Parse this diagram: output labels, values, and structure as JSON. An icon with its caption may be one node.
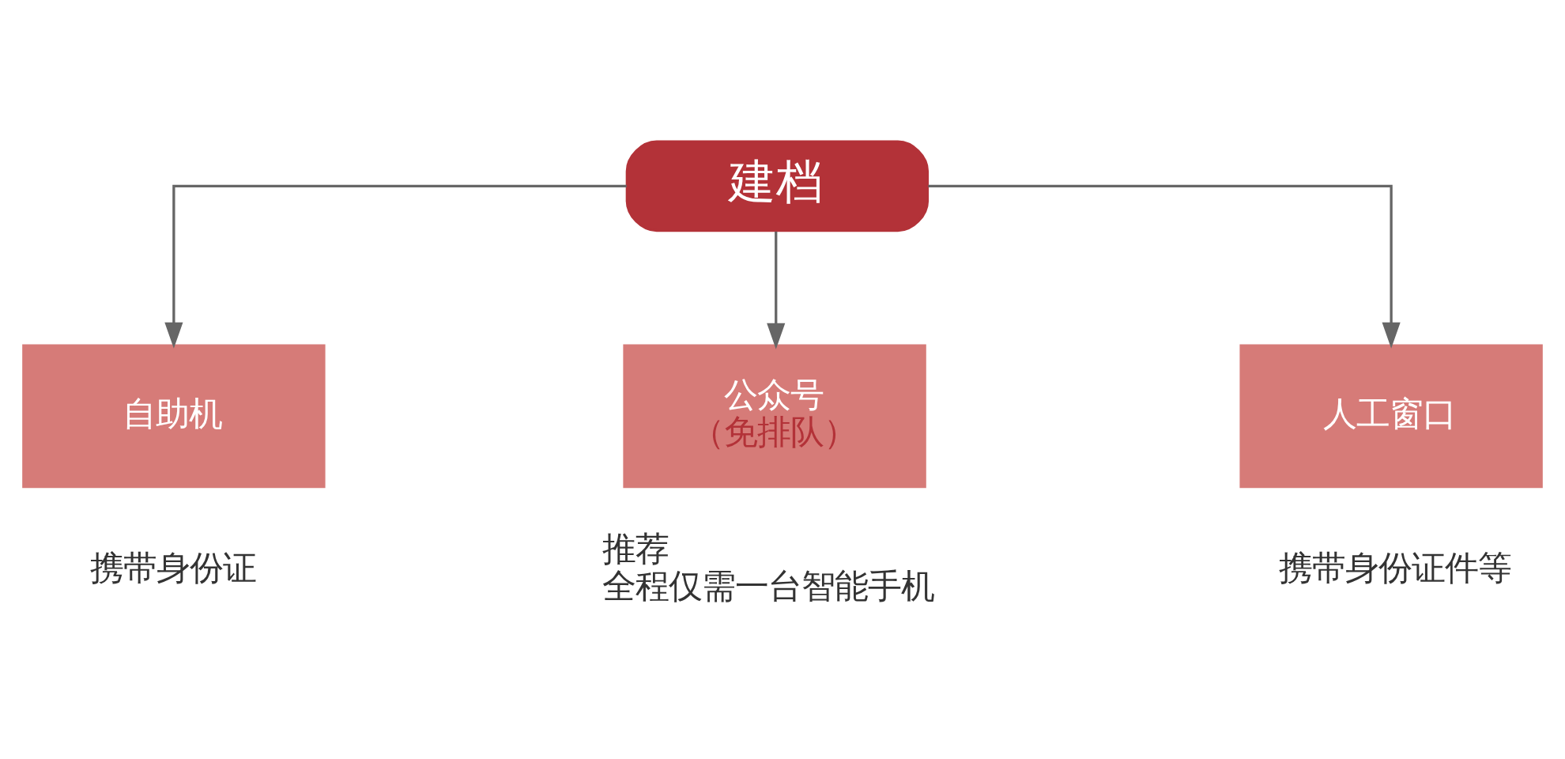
{
  "diagram": {
    "nodes": [
      {
        "text": [
          "建档"
        ]
      },
      {
        "text": [
          "自助机"
        ],
        "beside": [
          "携带身份证"
        ]
      },
      {
        "text": [
          "公众号",
          "（免排队）"
        ],
        "beside": [
          "推荐",
          "全程仅需一台智能手机"
        ]
      },
      {
        "text": [
          "人工窗口"
        ],
        "beside": [
          "携带身份证件等"
        ]
      }
    ],
    "edges": [
      {
        "from": 0,
        "to": 1,
        "arrow": "to"
      },
      {
        "from": 0,
        "to": 2,
        "arrow": "to"
      },
      {
        "from": 0,
        "to": 3,
        "arrow": "to"
      }
    ]
  }
}
